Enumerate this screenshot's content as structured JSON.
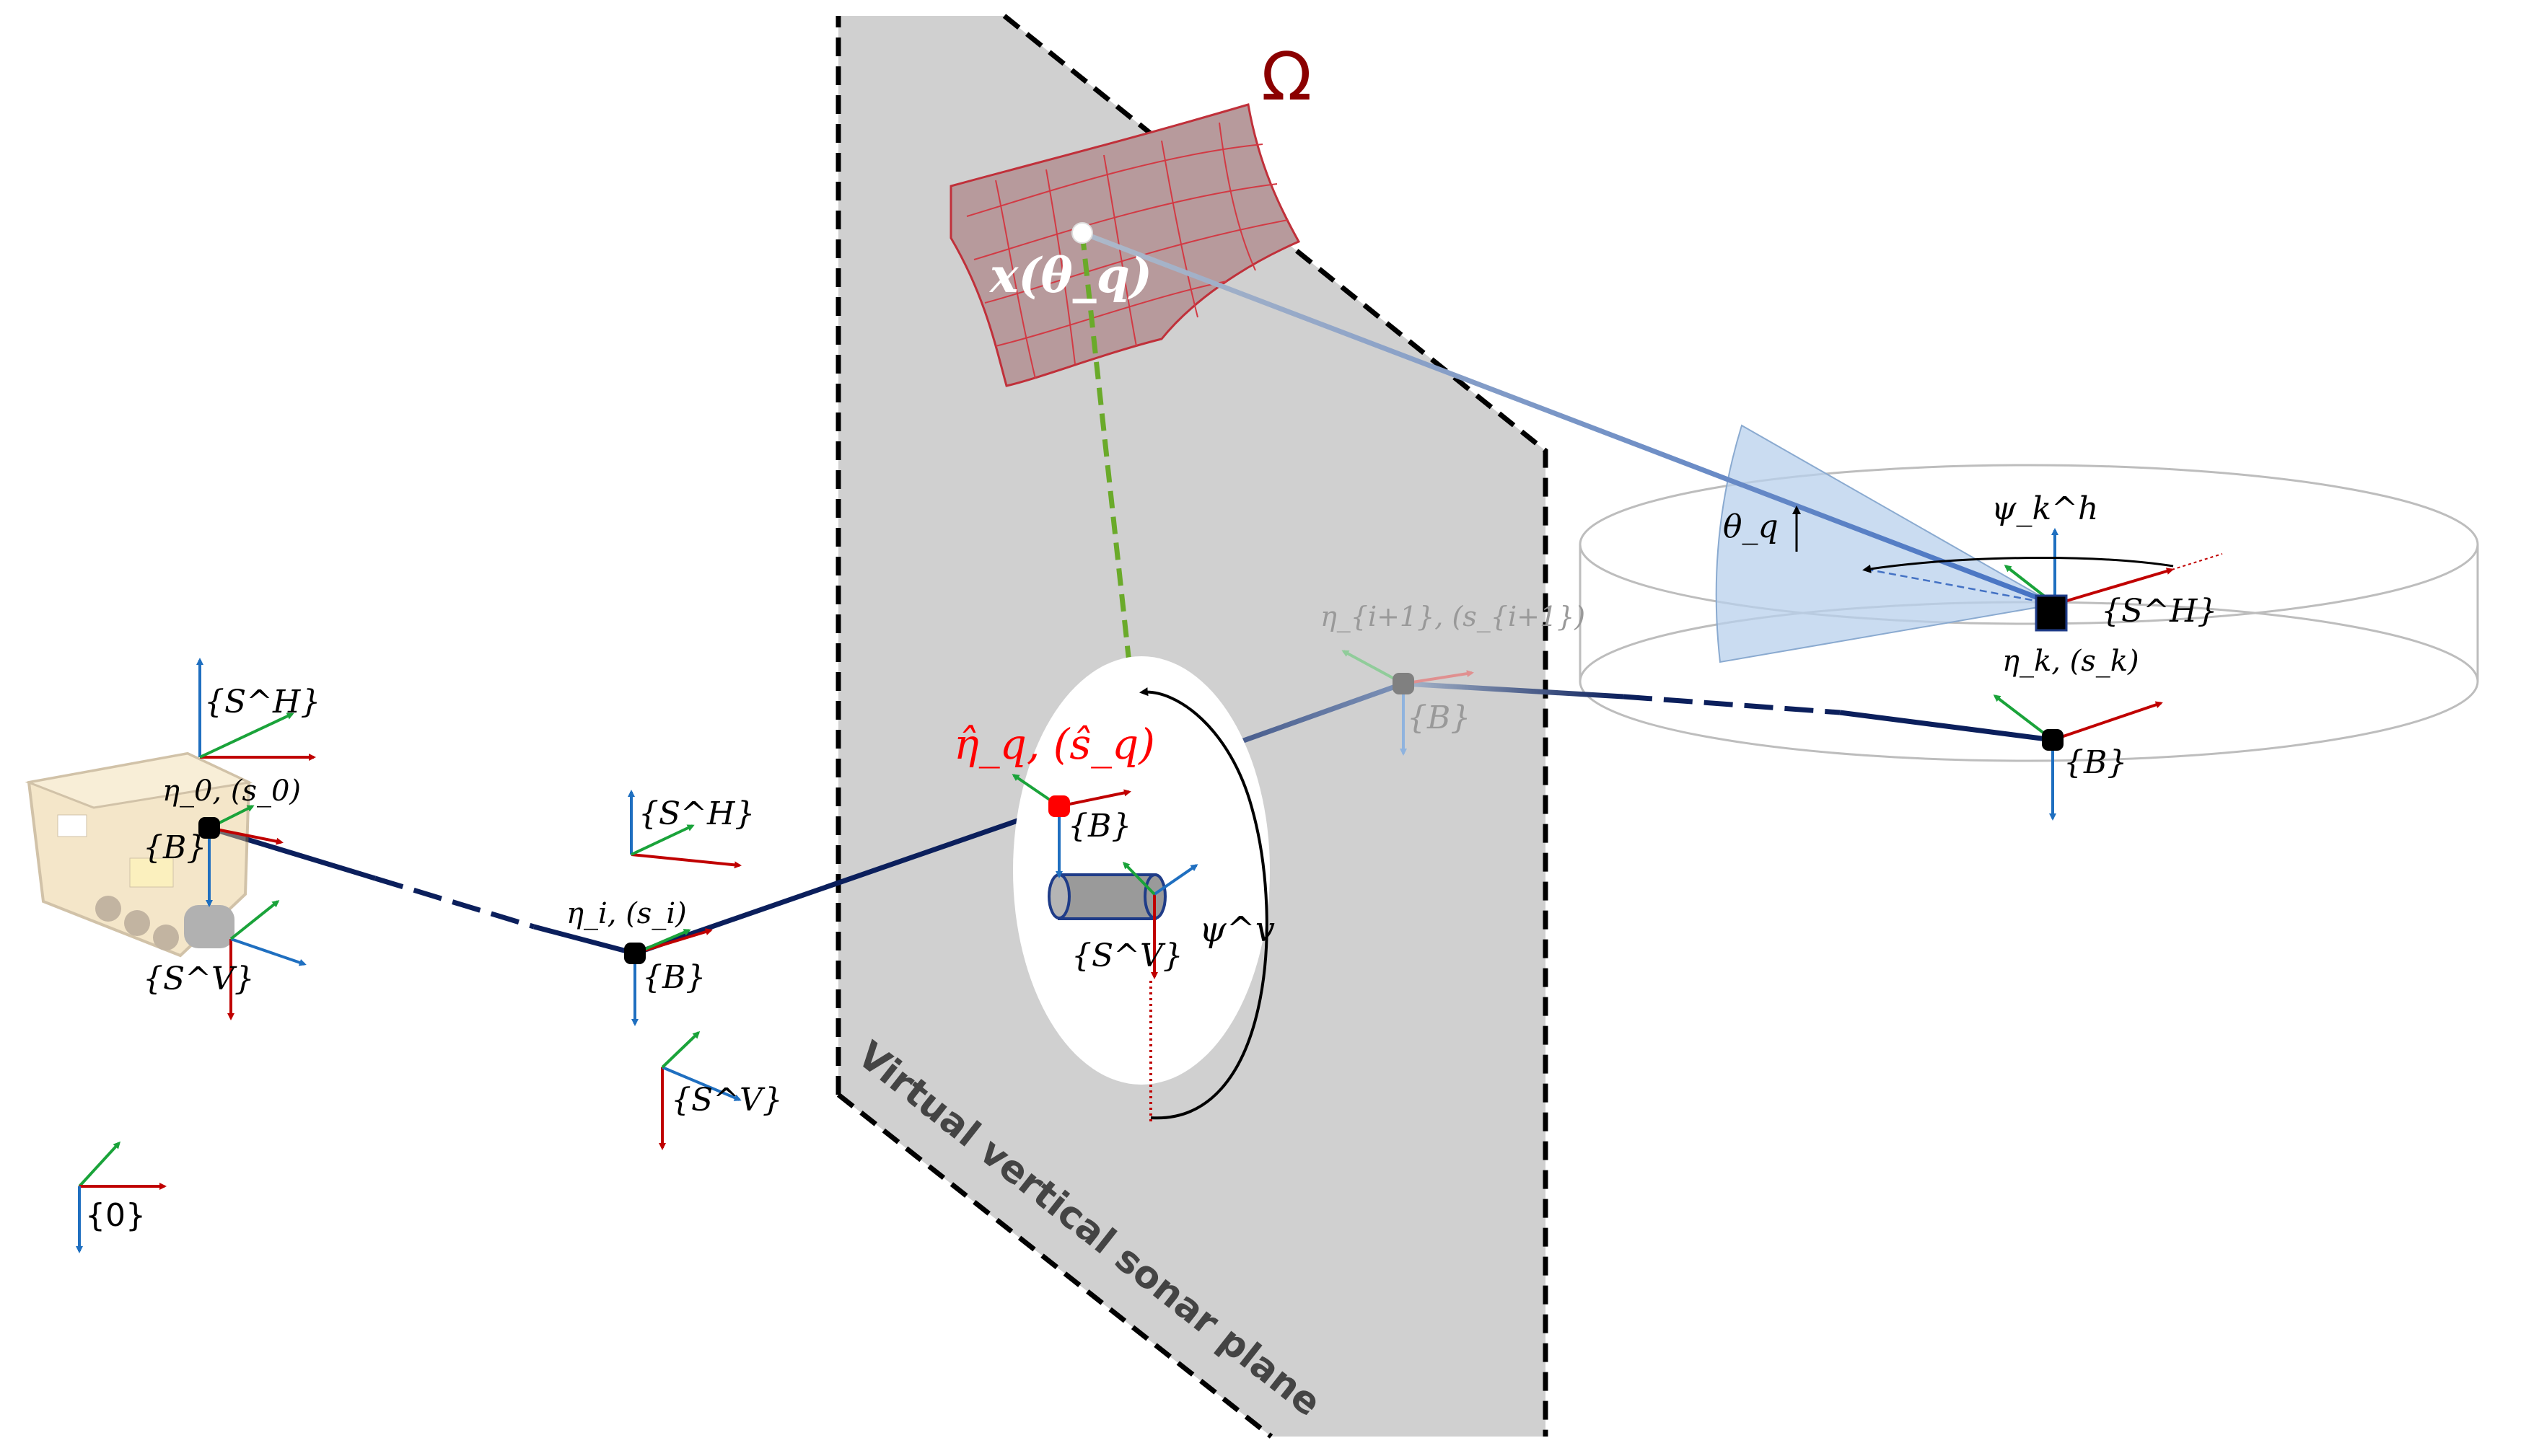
{
  "omega_label": "Ω",
  "point_label": "x(θ_q)",
  "plane_label": "Virtual vertical sonar plane",
  "angles": {
    "theta_q": "θ_q",
    "psi_h": "ψ_k^h",
    "psi_v": "ψ^v"
  },
  "frames": {
    "world": "{0}",
    "sh": "{S^H}",
    "sv": "{S^V}",
    "b": "{B}"
  },
  "nodes": {
    "n0": "η_0, (s_0)",
    "ni": "η_i, (s_i)",
    "nq": "η̂_q, (ŝ_q)",
    "ni1": "η_{i+1}, (s_{i+1})",
    "nk": "η_k, (s_k)"
  },
  "colors": {
    "trajectory": "#0b1f5c",
    "axis_x": "#c00000",
    "axis_y": "#1aa33a",
    "axis_z": "#1f6fc0",
    "beam_blue": "#4472c4",
    "green_dashed": "#6aaa2a",
    "omega_red": "#8b0000",
    "plane_gray": "#d0d0d0"
  }
}
